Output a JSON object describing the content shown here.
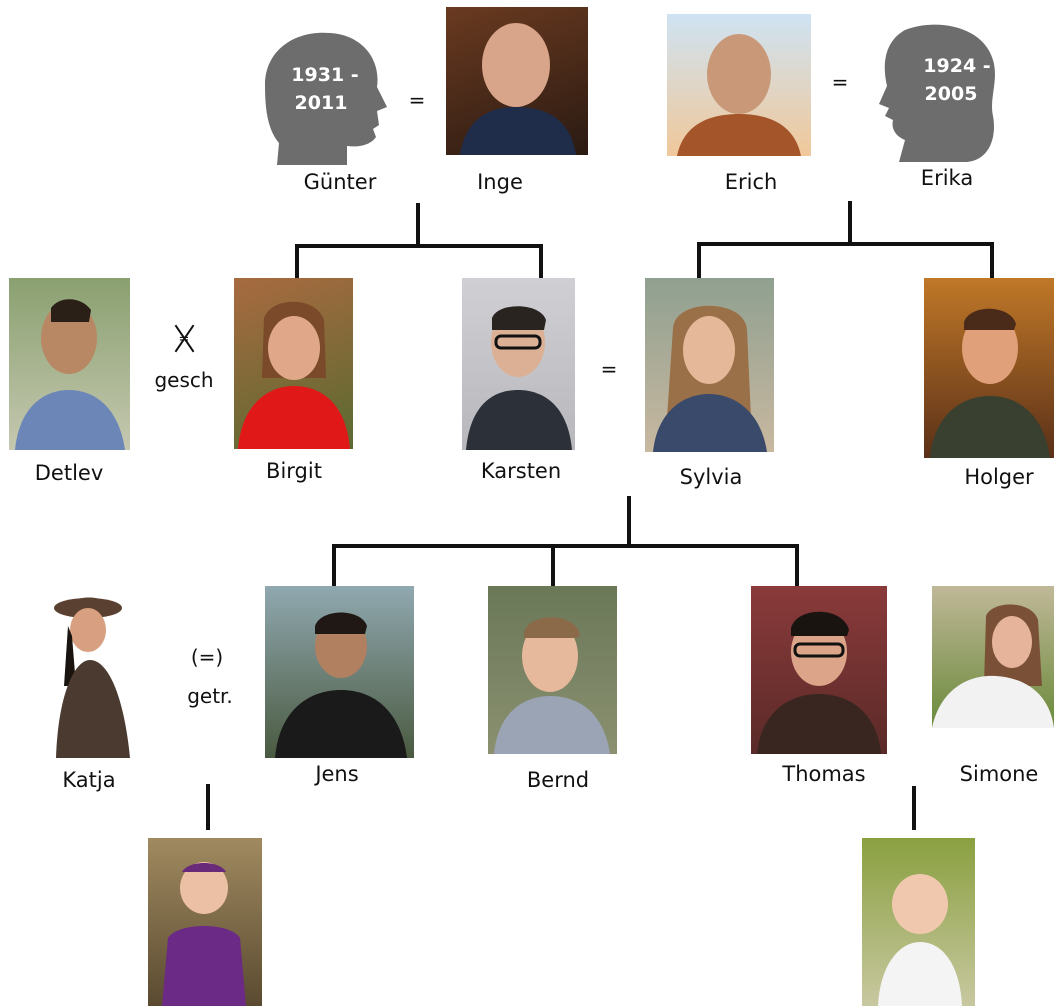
{
  "people": {
    "guenter": {
      "name": "Günter",
      "years_top": "1931 -",
      "years_bottom": "2011"
    },
    "inge": {
      "name": "Inge"
    },
    "erich": {
      "name": "Erich"
    },
    "erika": {
      "name": "Erika",
      "years_top": "1924 -",
      "years_bottom": "2005"
    },
    "detlev": {
      "name": "Detlev"
    },
    "birgit": {
      "name": "Birgit"
    },
    "karsten": {
      "name": "Karsten"
    },
    "sylvia": {
      "name": "Sylvia"
    },
    "holger": {
      "name": "Holger"
    },
    "katja": {
      "name": "Katja"
    },
    "jens": {
      "name": "Jens"
    },
    "bernd": {
      "name": "Bernd"
    },
    "thomas": {
      "name": "Thomas"
    },
    "simone": {
      "name": "Simone"
    }
  },
  "relations": {
    "guenter_inge": "=",
    "erich_erika": "=",
    "karsten_sylvia": "=",
    "detlev_birgit_symbol": "=",
    "detlev_birgit_label": "gesch",
    "katja_jens_symbol": "(=)",
    "katja_jens_label": "getr."
  },
  "colors": {
    "silhouette": "#6d6d6d",
    "line": "#111111",
    "background": "#ffffff"
  }
}
